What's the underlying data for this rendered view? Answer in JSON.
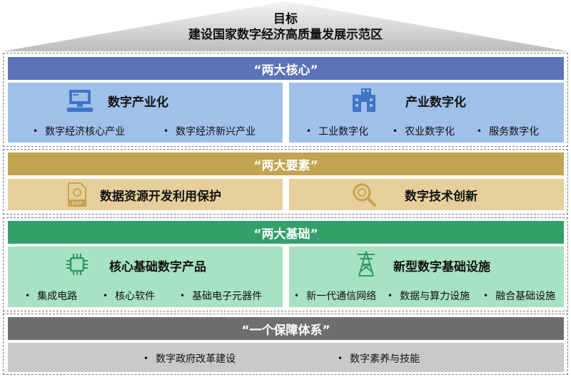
{
  "goal": {
    "line1": "目标",
    "line2": "建设国家数字经济高质量发展示范区"
  },
  "sections": {
    "core": {
      "band_label": "“两大核心”",
      "left": {
        "title": "数字产业化",
        "items": [
          "数字经济核心产业",
          "数字经济新兴产业"
        ],
        "icon": "computer-icon"
      },
      "right": {
        "title": "产业数字化",
        "items": [
          "工业数字化",
          "农业数字化",
          "服务数字化"
        ],
        "icon": "factory-icon"
      }
    },
    "elements": {
      "band_label": "“两大要素”",
      "left": {
        "title": "数据资源开发利用保护",
        "icon": "data-file-icon"
      },
      "right": {
        "title": "数字技术创新",
        "icon": "magnifier-icon"
      }
    },
    "base": {
      "band_label": "“两大基础”",
      "left": {
        "title": "核心基础数字产品",
        "items": [
          "集成电路",
          "核心软件",
          "基础电子元器件"
        ],
        "icon": "chip-icon"
      },
      "right": {
        "title": "新型数字基础设施",
        "items": [
          "新一代通信网络",
          "数据与算力设施",
          "融合基础设施"
        ],
        "icon": "tower-icon"
      }
    },
    "guarantee": {
      "band_label": "“一个保障体系”",
      "items": [
        "数字政府改革建设",
        "数字素养与技能"
      ]
    }
  },
  "colors": {
    "core_band": "#5b73b9",
    "core_panel": "#9fc0e8",
    "core_icon": "#3f74c6",
    "elements_band": "#c2a451",
    "elements_panel": "#e6cf9c",
    "elements_icon": "#c7a24d",
    "base_band": "#33a06a",
    "base_panel": "#a7e2c2",
    "base_icon": "#2e9a63",
    "guarantee_band": "#6e6e6e",
    "guarantee_panel": "#c9c9c9"
  }
}
